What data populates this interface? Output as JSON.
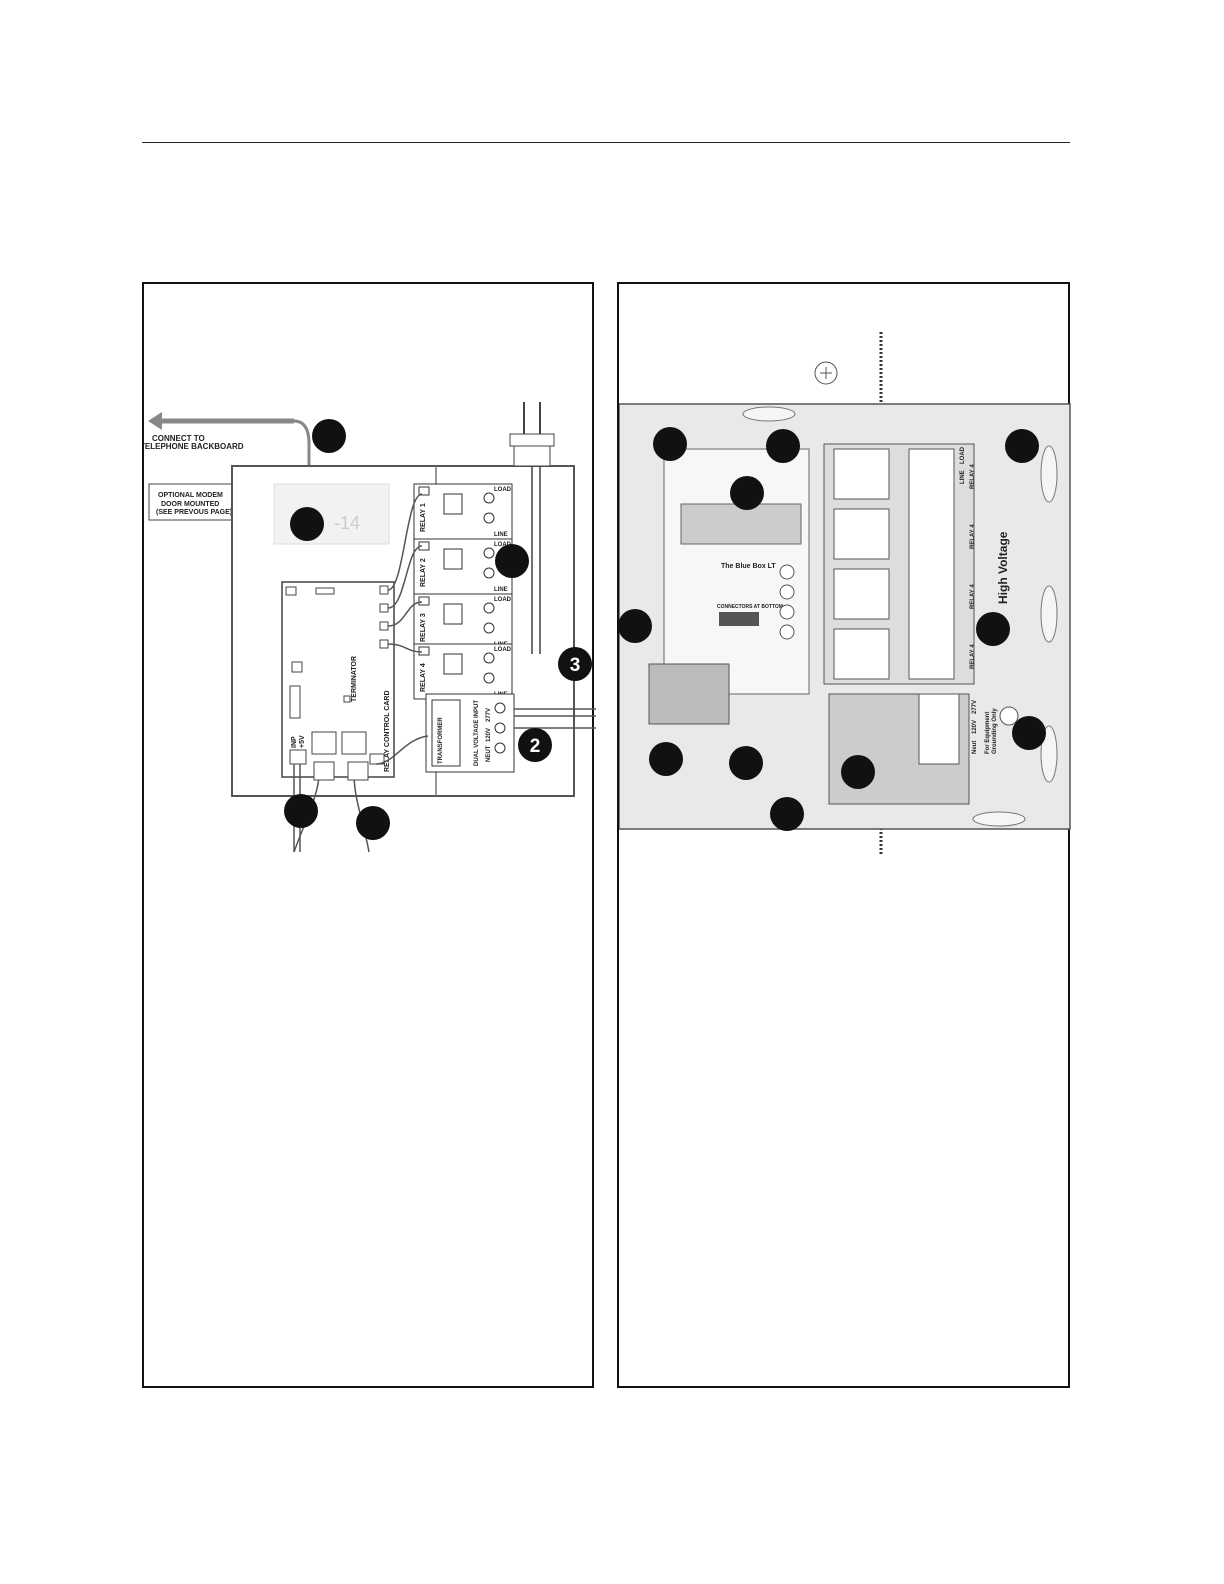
{
  "left_diagram": {
    "connect_label_1": "CONNECT TO",
    "connect_label_2": "TELEPHONE BACKBOARD",
    "modem_label_1": "OPTIONAL MODEM",
    "modem_label_2": "DOOR MOUNTED",
    "modem_label_3": "(SEE PREVOUS PAGE)",
    "faded_label": "-14",
    "relays": [
      {
        "name": "RELAY 1",
        "load": "LOAD",
        "line": "LINE"
      },
      {
        "name": "RELAY 2",
        "load": "LOAD",
        "line": "LINE"
      },
      {
        "name": "RELAY 3",
        "load": "LOAD",
        "line": "LINE"
      },
      {
        "name": "RELAY 4",
        "load": "LOAD",
        "line": "LINE"
      }
    ],
    "terminator": "TERMINATOR",
    "relay_control_card": "RELAY CONTROL CARD",
    "transformer": "TRANSFORMER",
    "dual_voltage_input": "DUAL VOLTAGE INPUT",
    "voltages": [
      "NEUT",
      "120V",
      "277V"
    ],
    "inp_label": "INP",
    "plus5v_label": "+5V",
    "callouts": [
      "",
      "",
      "",
      "3",
      "2",
      "",
      ""
    ]
  },
  "right_photo": {
    "board_name": "The Blue Box LT",
    "connectors_label": "CONNECTORS AT BOTTOM",
    "high_voltage": "High Voltage",
    "equipment_only_1": "For Equipment",
    "equipment_only_2": "Grounding Only",
    "relay_tags": [
      "RELAY 4",
      "RELAY 4",
      "RELAY 4",
      "RELAY 4"
    ],
    "line_load": [
      "LINE",
      "LOAD"
    ],
    "voltage_row": [
      "Neut",
      "120V",
      "277V"
    ],
    "callouts": [
      "",
      "",
      "",
      "",
      "",
      "",
      "",
      "",
      "",
      "",
      ""
    ]
  }
}
